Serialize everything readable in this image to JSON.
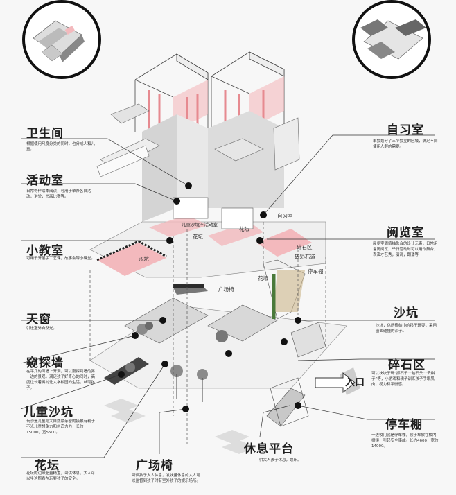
{
  "colors": {
    "accent_pink": "#f3b9bd",
    "line": "#333333",
    "dot": "#1a1a1a",
    "building": "#e2e2e2"
  },
  "left_labels": [
    {
      "title": "卫生间",
      "desc": "根据使用尺度分类的同时，也分成人和儿童。"
    },
    {
      "title": "活动室",
      "desc": "日常得作绘本阅读，可用于举办各自活动，讲堂，书画比赛等。"
    },
    {
      "title": "小教室",
      "desc": "可用于开展手工艺课，故事会等小课堂。"
    },
    {
      "title": "天窗",
      "desc": "引进室外自然光。"
    },
    {
      "title": "窥探墙",
      "desc": "在平几的面墙上开洞，可以窥探到墙的另一边的景观，满足孩子好奇心的同时，高度让长着树村让大学校园的生活，丝毫孩子。"
    },
    {
      "title": "儿童沙坑",
      "desc": "玩沙是儿童与大自然最亲密的接触有利于不光儿童想象力和创造力力，长约15000，宽5500。"
    },
    {
      "title": "花坛",
      "desc": "花坛的边缘超量精置，可供休息，大人可以坐这照看在玩耍孩子的安全。"
    }
  ],
  "right_labels": [
    {
      "title": "自习室",
      "desc": "单独划分了三个独立的区域，满足不同使用人群的需要。"
    },
    {
      "title": "阅览室",
      "desc": "阅览室周墙抽象合的设计元素，日常用售简阅览，举行活动时可以用作舞台，表演才艺秀，演说，朗诵等"
    },
    {
      "title": "沙坑",
      "desc": "沙坑，休所宿给小的孩子玩耍，采用密面碰撞的沙子。"
    },
    {
      "title": "碎石区",
      "desc": "可以块块子玩“抓石子”“拾石头”“丢棋子”等，小游戏和魂子训练孩子手眼肌肉，视力和平衡感。"
    },
    {
      "title": "停车棚",
      "desc": "一进校门就是停车棚，孩子车放在校内探镜，引起安全事故。长约4600，宽约14000。"
    }
  ],
  "bottom_labels": [
    {
      "title": "广场椅",
      "desc": "可供孩子大人休息，发块量休息的大人可以监督到孩子时有室外孩子的娱乐场所。"
    },
    {
      "title": "休息平台",
      "desc": "供大人孩子休息，娱乐。"
    }
  ],
  "plan_tags": [
    "自习室",
    "砖彩石道",
    "碎石区",
    "沙坑",
    "花坛",
    "花坛",
    "停车棚",
    "广场椅",
    "儿童沙坑不活动室",
    "花坛"
  ],
  "entrance": "入口"
}
